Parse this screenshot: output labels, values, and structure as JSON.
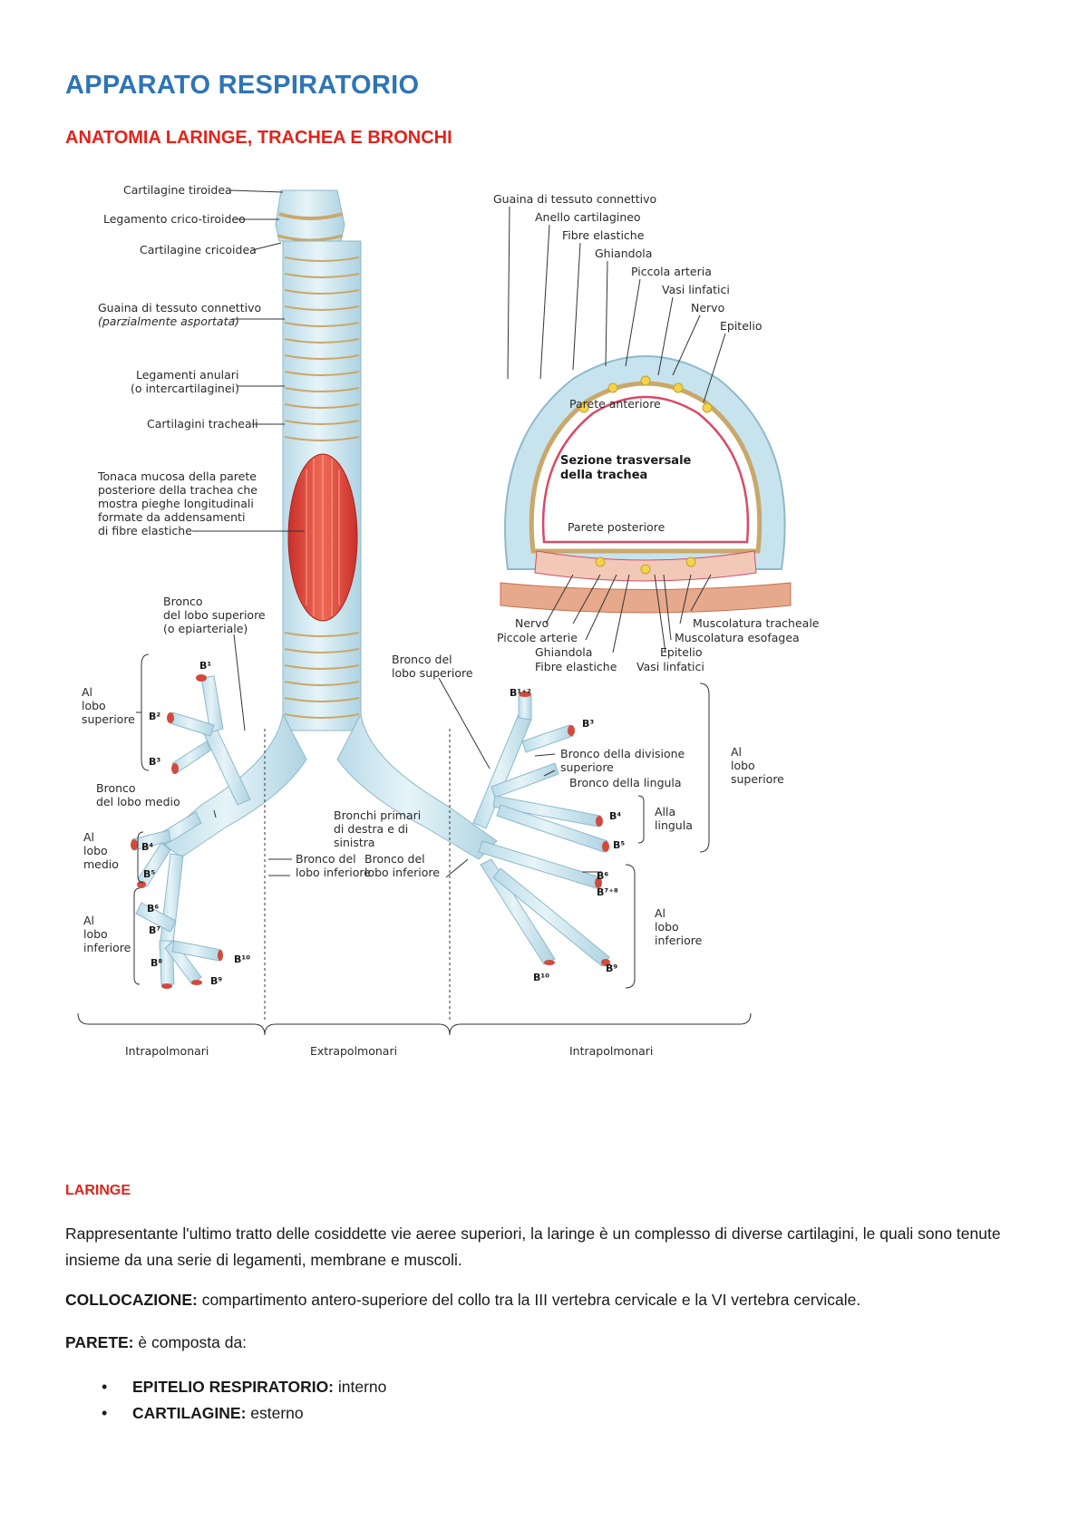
{
  "document": {
    "title": "APPARATO RESPIRATORIO",
    "subtitle": "ANATOMIA LARINGE, TRACHEA E BRONCHI"
  },
  "figure": {
    "left_labels": {
      "cartilagine_tiroidea": "Cartilagine tiroidea",
      "legamento_crico_tiroideo": "Legamento crico-tiroideo",
      "cartilagine_cricoidea": "Cartilagine cricoidea",
      "guaina_line1": "Guaina di tessuto connettivo",
      "guaina_line2": "(parzialmente asportata)",
      "legamenti_line1": "Legamenti anulari",
      "legamenti_line2": "(o intercartilaginei)",
      "cartilagini_tracheali": "Cartilagini tracheali",
      "tonaca_line1": "Tonaca mucosa della parete",
      "tonaca_line2": "posteriore della trachea che",
      "tonaca_line3": "mostra pieghe longitudinali",
      "tonaca_line4": "formate da addensamenti",
      "tonaca_line5": "di fibre elastiche",
      "bronco_sup_line1": "Bronco",
      "bronco_sup_line2": "del lobo superiore",
      "bronco_sup_line3": "(o epiarteriale)",
      "al_lobo_sup_1": "Al",
      "al_lobo_sup_2": "lobo",
      "al_lobo_sup_3": "superiore",
      "bronco_medio_1": "Bronco",
      "bronco_medio_2": "del lobo medio",
      "al_lobo_medio_1": "Al",
      "al_lobo_medio_2": "lobo",
      "al_lobo_medio_3": "medio",
      "al_lobo_inf_1": "Al",
      "al_lobo_inf_2": "lobo",
      "al_lobo_inf_3": "inferiore",
      "bronchi_primari_1": "Bronchi primari",
      "bronchi_primari_2": "di destra e di",
      "bronchi_primari_3": "sinistra",
      "bronco_inf_left_1": "Bronco del",
      "bronco_inf_left_2": "lobo inferiore"
    },
    "cross_section": {
      "guaina": "Guaina di tessuto connettivo",
      "anello": "Anello cartilagineo",
      "fibre": "Fibre elastiche",
      "ghiandola": "Ghiandola",
      "piccola_arteria": "Piccola arteria",
      "vasi_linfatici": "Vasi linfatici",
      "nervo": "Nervo",
      "epitelio": "Epitelio",
      "parete_anteriore": "Parete anteriore",
      "sezione_1": "Sezione trasversale",
      "sezione_2": "della trachea",
      "parete_posteriore": "Parete posteriore",
      "b_nervo": "Nervo",
      "b_piccole_arterie": "Piccole arterie",
      "b_ghiandola": "Ghiandola",
      "b_fibre": "Fibre elastiche",
      "b_vasi": "Vasi linfatici",
      "b_epitelio": "Epitelio",
      "b_musc_tracheale": "Muscolatura tracheale",
      "b_musc_esofagea": "Muscolatura esofagea"
    },
    "right_labels": {
      "bronco_sup_r_1": "Bronco del",
      "bronco_sup_r_2": "lobo superiore",
      "bronco_div_sup_1": "Bronco della divisione",
      "bronco_div_sup_2": "superiore",
      "bronco_lingula": "Bronco della lingula",
      "al_lobo_sup_r_1": "Al",
      "al_lobo_sup_r_2": "lobo",
      "al_lobo_sup_r_3": "superiore",
      "alla_lingula_1": "Alla",
      "alla_lingula_2": "lingula",
      "bronco_inf_r_1": "Bronco del",
      "bronco_inf_r_2": "lobo inferiore",
      "al_lobo_inf_r_1": "Al",
      "al_lobo_inf_r_2": "lobo",
      "al_lobo_inf_r_3": "inferiore"
    },
    "segments": {
      "b1": "B¹",
      "b2": "B²",
      "b3": "B³",
      "b4": "B⁴",
      "b5": "B⁵",
      "b6": "B⁶",
      "b7": "B⁷",
      "b8": "B⁸",
      "b9": "B⁹",
      "b10": "B¹⁰",
      "r_b12": "B¹⁺²",
      "r_b3": "B³",
      "r_b4": "B⁴",
      "r_b5": "B⁵",
      "r_b6": "B⁶",
      "r_b78": "B⁷⁺⁸",
      "r_b9": "B⁹",
      "r_b10": "B¹⁰"
    },
    "regions": {
      "left": "Intrapolmonari",
      "middle": "Extrapolmonari",
      "right": "Intrapolmonari"
    }
  },
  "section": {
    "heading": "LARINGE",
    "intro": "Rappresentante l'ultimo tratto delle cosiddette vie aeree superiori, la laringe è un complesso di diverse cartilagini, le quali sono tenute insieme da una serie di legamenti, membrane e muscoli.",
    "collocazione_label": "COLLOCAZIONE:",
    "collocazione_text": " compartimento antero-superiore del collo tra la III vertebra cervicale e la VI vertebra cervicale.",
    "parete_label": "PARETE:",
    "parete_text": " è composta da:",
    "bullets": [
      {
        "label": "EPITELIO RESPIRATORIO:",
        "text": " interno"
      },
      {
        "label": "CARTILAGINE:",
        "text": " esterno"
      }
    ]
  },
  "colors": {
    "title_blue": "#2e75b5",
    "heading_red": "#e2231a",
    "trachea_fill": "#d3eaf2",
    "mucosa_red": "#e0463a",
    "cartilage_tan": "#c9a86a"
  }
}
